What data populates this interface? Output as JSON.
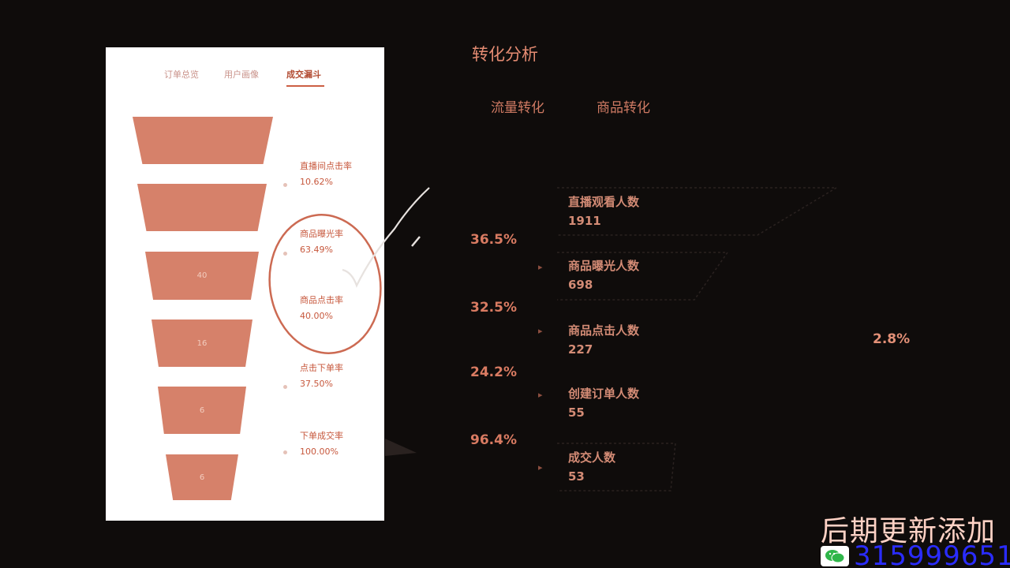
{
  "phone": {
    "tabs": [
      "订单总览",
      "用户画像",
      "成交漏斗"
    ],
    "active_tab": "成交漏斗",
    "funnel_values": [
      "",
      "",
      "40",
      "16",
      "6",
      "6"
    ],
    "rates": [
      {
        "label": "直播间点击率",
        "value": "10.62%"
      },
      {
        "label": "商品曝光率",
        "value": "63.49%"
      },
      {
        "label": "商品点击率",
        "value": "40.00%"
      },
      {
        "label": "点击下单率",
        "value": "37.50%"
      },
      {
        "label": "下单成交率",
        "value": "100.00%"
      }
    ]
  },
  "panel": {
    "title": "转化分析",
    "tabs": [
      "流量转化",
      "商品转化"
    ],
    "percentages": [
      "36.5%",
      "32.5%",
      "24.2%",
      "96.4%"
    ],
    "side_percentage": "2.8%",
    "stages": [
      {
        "label": "直播观看人数",
        "value": "1911"
      },
      {
        "label": "商品曝光人数",
        "value": "698"
      },
      {
        "label": "商品点击人数",
        "value": "227"
      },
      {
        "label": "创建订单人数",
        "value": "55"
      },
      {
        "label": "成交人数",
        "value": "53"
      }
    ]
  },
  "watermark": {
    "line1": "后期更新添加",
    "number": "315999651"
  },
  "colors": {
    "background": "#0f0c0b",
    "funnel": "#d6816a",
    "accent": "#e48b72",
    "watermark_number": "#2a2cff"
  }
}
